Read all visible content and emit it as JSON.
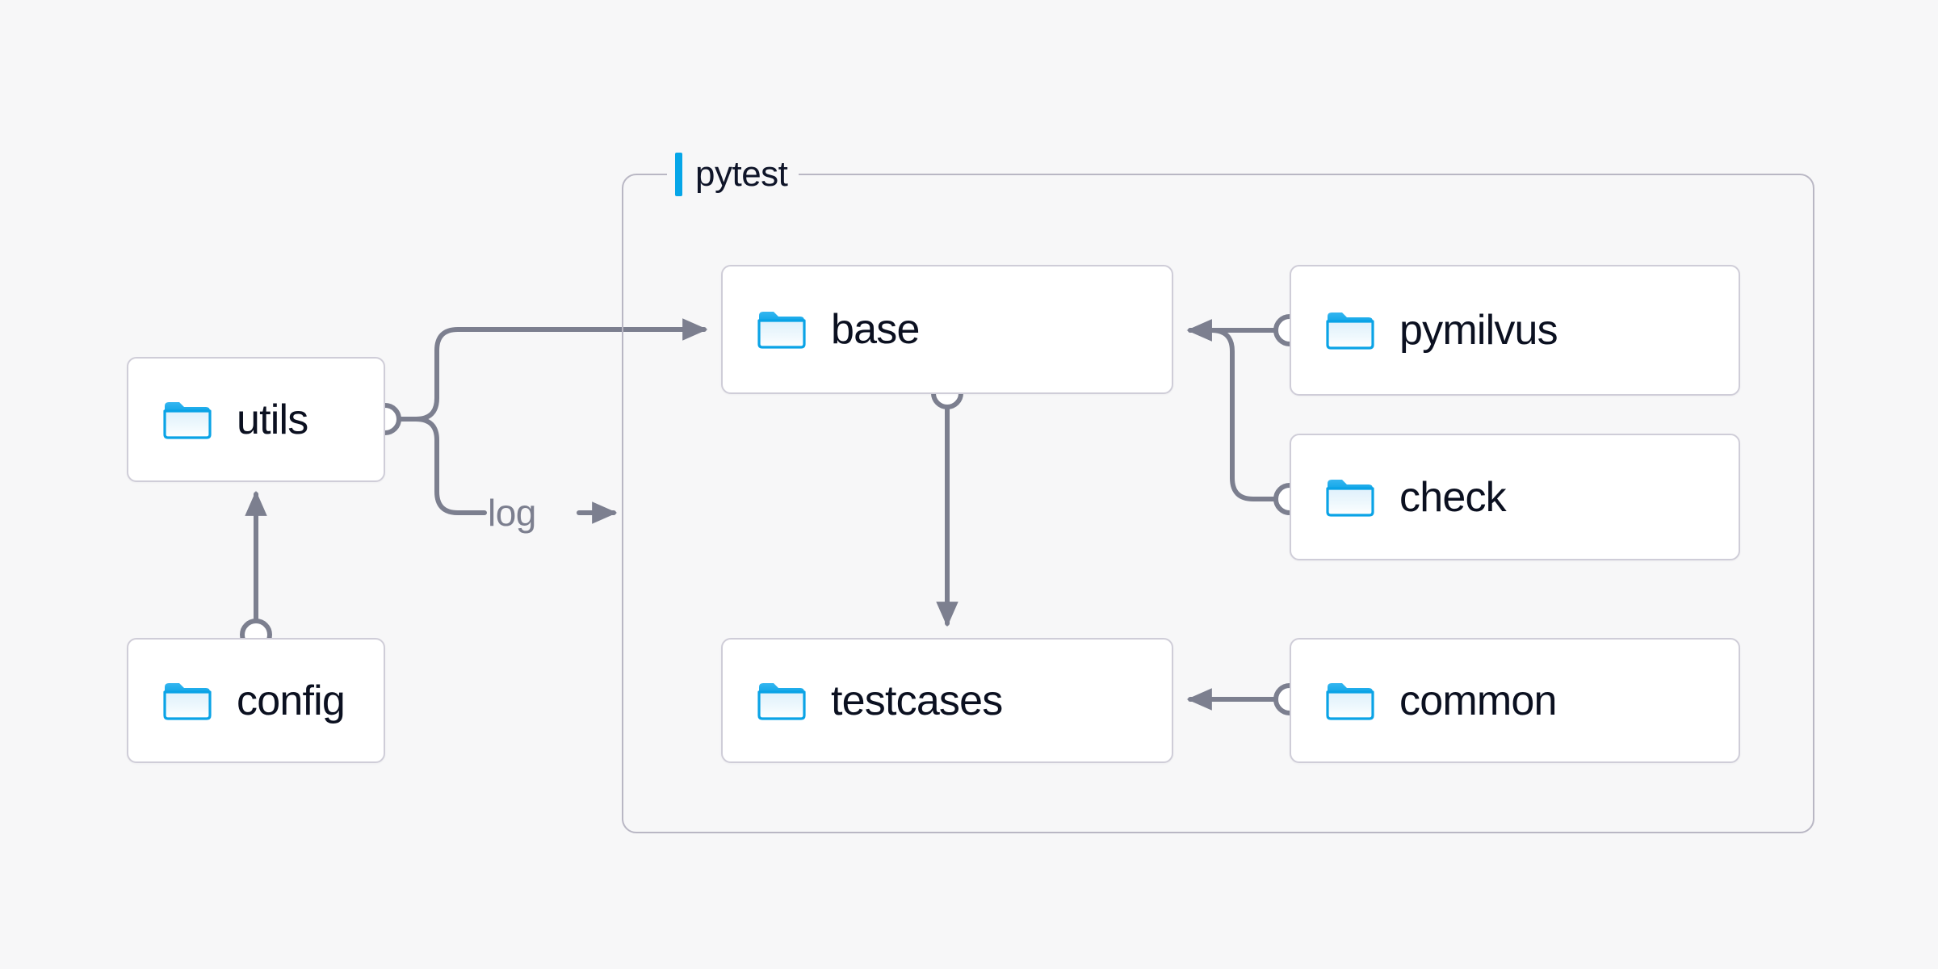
{
  "canvas": {
    "background": "#f7f7f8",
    "edge_color": "#7c7f8f",
    "node_border": "#cfcdd8",
    "group_border": "#b9b7c4",
    "accent": "#06a6e8",
    "text_color": "#0b1020"
  },
  "group": {
    "label": "pytest",
    "accent_color": "#06a6e8"
  },
  "nodes": [
    {
      "id": "utils",
      "label": "utils",
      "icon": "folder-icon"
    },
    {
      "id": "config",
      "label": "config",
      "icon": "folder-icon"
    },
    {
      "id": "base",
      "label": "base",
      "icon": "folder-icon"
    },
    {
      "id": "testcases",
      "label": "testcases",
      "icon": "folder-icon"
    },
    {
      "id": "pymilvus",
      "label": "pymilvus",
      "icon": "folder-icon"
    },
    {
      "id": "check",
      "label": "check",
      "icon": "folder-icon"
    },
    {
      "id": "common",
      "label": "common",
      "icon": "folder-icon"
    }
  ],
  "edges": [
    {
      "id": "utils-base",
      "from": "utils",
      "to": "base",
      "label": ""
    },
    {
      "id": "utils-log",
      "from": "utils",
      "to": "pytest",
      "label": "log"
    },
    {
      "id": "config-utils",
      "from": "config",
      "to": "utils",
      "label": ""
    },
    {
      "id": "base-testcases",
      "from": "base",
      "to": "testcases",
      "label": ""
    },
    {
      "id": "pymilvus-base",
      "from": "pymilvus",
      "to": "base",
      "label": ""
    },
    {
      "id": "check-base",
      "from": "check",
      "to": "base",
      "label": ""
    },
    {
      "id": "common-testcases",
      "from": "common",
      "to": "testcases",
      "label": ""
    }
  ]
}
